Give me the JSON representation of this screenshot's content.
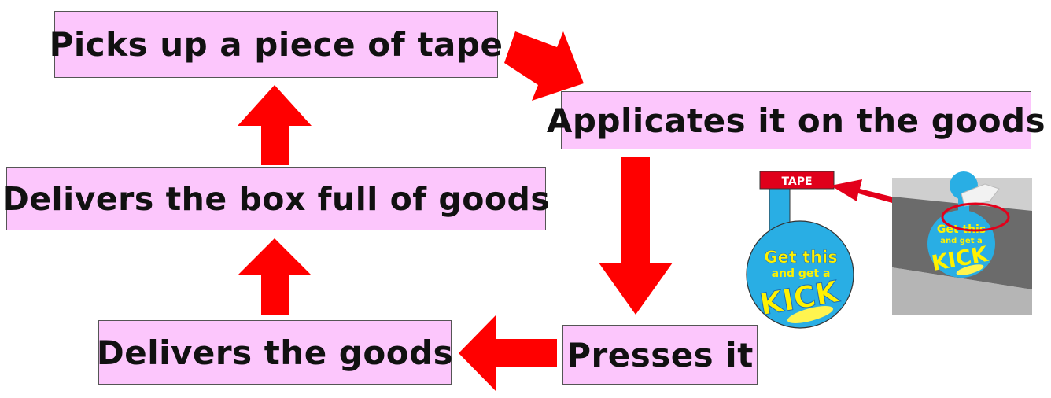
{
  "steps": {
    "pick": "Picks up a piece of tape",
    "apply": "Applicates it on the goods",
    "press": "Presses it",
    "deliver_goods": "Delivers the goods",
    "deliver_box": "Delivers the box full of goods"
  },
  "tag": {
    "tape_label": "TAPE",
    "line1": "Get this",
    "line2": "and get a",
    "line3": "KICK"
  },
  "photo": {
    "line1": "Get this",
    "line2": "and get a",
    "line3": "KICK"
  },
  "colors": {
    "box_fill": "#fcc6fc",
    "arrow": "#ff0000",
    "tag_blue": "#29aee4",
    "text_yellow": "#fff200",
    "tape_red": "#e0001b"
  }
}
